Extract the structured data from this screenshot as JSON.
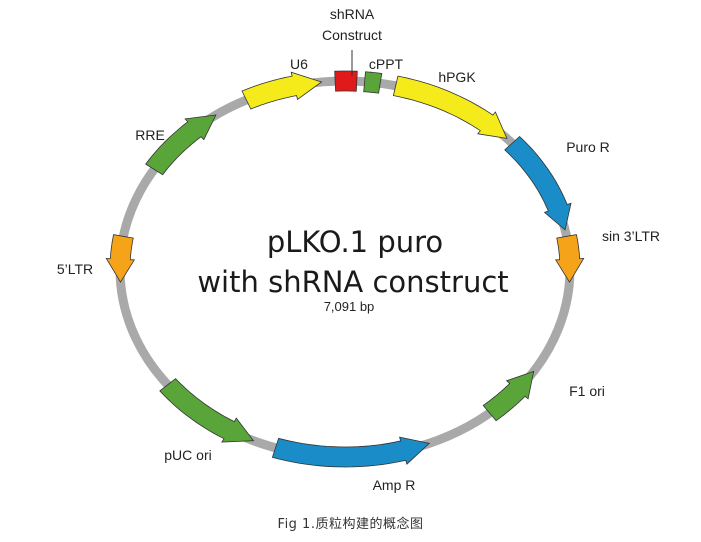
{
  "plasmid": {
    "title_line1": "pLKO.1 puro",
    "title_line2": "with shRNA construct",
    "size": "7,091 bp"
  },
  "features": [
    {
      "id": "u6",
      "label": "U6",
      "color": "#f5ea1a"
    },
    {
      "id": "shrna",
      "label_line1": "shRNA",
      "label_line2": "Construct",
      "color": "#e01a1a"
    },
    {
      "id": "cppt",
      "label": "cPPT",
      "color": "#5aa53a"
    },
    {
      "id": "hpgk",
      "label": "hPGK",
      "color": "#f5ea1a"
    },
    {
      "id": "puro",
      "label": "Puro R",
      "color": "#1a8cc8"
    },
    {
      "id": "sin3ltr",
      "label": "sin 3’LTR",
      "color": "#f5a41a"
    },
    {
      "id": "f1ori",
      "label": "F1 ori",
      "color": "#5aa53a"
    },
    {
      "id": "ampr",
      "label": "Amp R",
      "color": "#1a8cc8"
    },
    {
      "id": "pucori",
      "label": "pUC ori",
      "color": "#5aa53a"
    },
    {
      "id": "ltr5",
      "label": "5’LTR",
      "color": "#f5a41a"
    },
    {
      "id": "rre",
      "label": "RRE",
      "color": "#5aa53a"
    }
  ],
  "caption": "Fig 1.质粒构建的概念图"
}
